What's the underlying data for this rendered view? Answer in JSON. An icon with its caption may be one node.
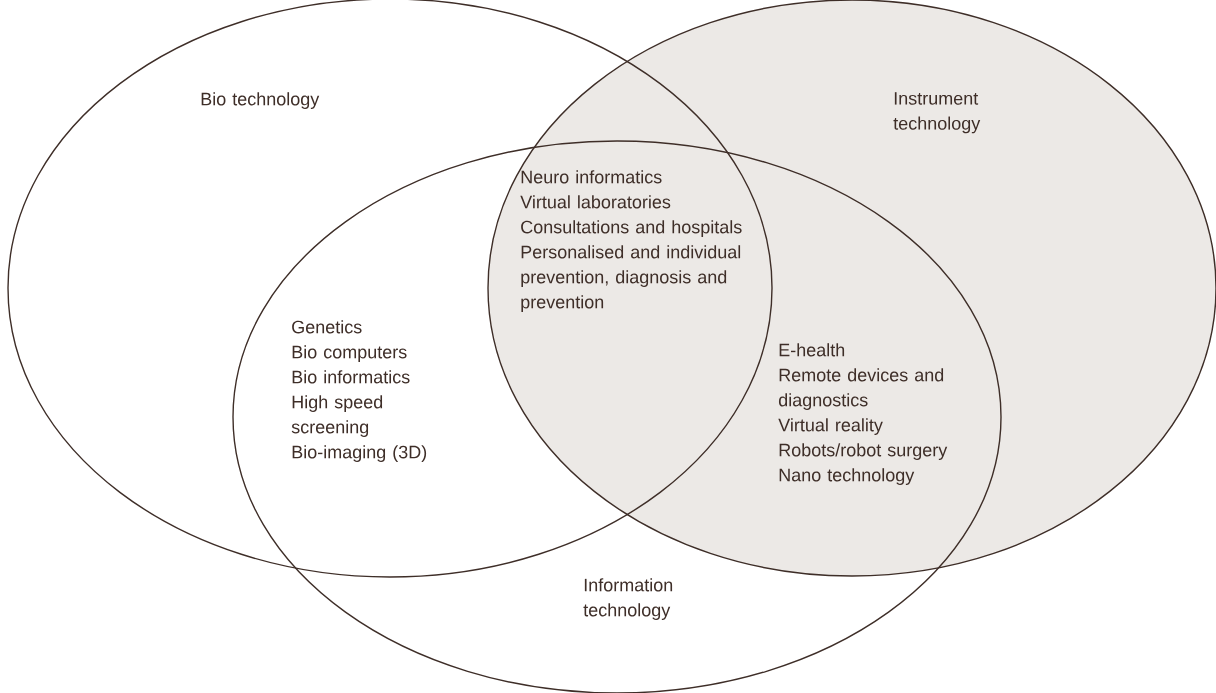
{
  "diagram": {
    "nodes": [
      {
        "text": [
          "Bio technology"
        ]
      },
      {
        "text": [
          "Instrument technology"
        ]
      },
      {
        "text": [
          "Information technology"
        ]
      }
    ],
    "labels": [
      "Neuro informatics",
      "Virtual laboratories",
      "Consultations and hospitals",
      "Personalised and individual prevention, diagnosis and prevention",
      "Genetics",
      "Bio computers",
      "Bio informatics",
      "High speed screening",
      "Bio-imaging (3D)",
      "E-health",
      "Remote devices and diagnostics",
      "Virtual reality",
      "Robots/robot surgery",
      "Nano technology"
    ]
  }
}
